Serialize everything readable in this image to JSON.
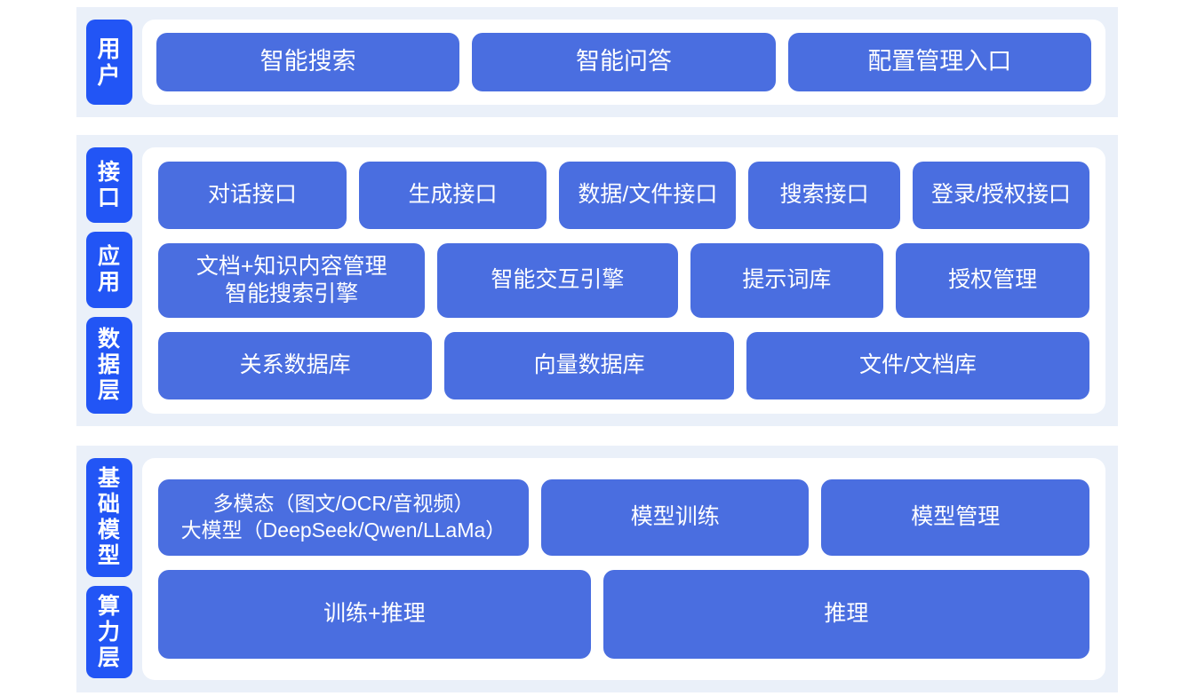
{
  "theme": {
    "page_background": "#ffffff",
    "band_background": "#eaf0f9",
    "card_background": "#ffffff",
    "box_color": "#4a6ee0",
    "label_color": "#2255f5",
    "text_color": "#ffffff"
  },
  "diagram": {
    "type": "layered-architecture",
    "sections": [
      {
        "id": "user",
        "labels": [
          "用户"
        ],
        "rows": [
          {
            "id": "user-entries",
            "boxes": [
              {
                "label": "智能搜索",
                "flex": 1
              },
              {
                "label": "智能问答",
                "flex": 1
              },
              {
                "label": "配置管理入口",
                "flex": 1
              }
            ]
          }
        ]
      },
      {
        "id": "application",
        "labels": [
          "接口",
          "应用",
          "数据层"
        ],
        "rows": [
          {
            "id": "interface-row",
            "boxes": [
              {
                "label": "对话接口",
                "flex": 1.07
              },
              {
                "label": "生成接口",
                "flex": 1.07
              },
              {
                "label": "数据/文件接口",
                "flex": 1.0
              },
              {
                "label": "搜索接口",
                "flex": 0.84
              },
              {
                "label": "登录/授权接口",
                "flex": 1.0
              }
            ]
          },
          {
            "id": "application-row",
            "boxes": [
              {
                "label": "文档+知识内容管理\n智能搜索引擎",
                "flex": 1.12
              },
              {
                "label": "智能交互引擎",
                "flex": 1.0
              },
              {
                "label": "提示词库",
                "flex": 0.79
              },
              {
                "label": "授权管理",
                "flex": 0.79
              }
            ]
          },
          {
            "id": "data-row",
            "boxes": [
              {
                "label": "关系数据库",
                "flex": 1.0
              },
              {
                "label": "向量数据库",
                "flex": 1.06
              },
              {
                "label": "文件/文档库",
                "flex": 1.27
              }
            ]
          }
        ]
      },
      {
        "id": "infrastructure",
        "labels": [
          "基础模型",
          "算力层"
        ],
        "rows": [
          {
            "id": "model-row",
            "boxes": [
              {
                "label": "多模态（图文/OCR/音视频）\n大模型（DeepSeek/Qwen/LLaMa）",
                "flex": 1.41,
                "multiline": true
              },
              {
                "label": "模型训练",
                "flex": 1.0
              },
              {
                "label": "模型管理",
                "flex": 1.0
              }
            ]
          },
          {
            "id": "compute-row",
            "boxes": [
              {
                "label": "训练+推理",
                "flex": 1.0
              },
              {
                "label": "推理",
                "flex": 1.13
              }
            ]
          }
        ]
      }
    ]
  }
}
